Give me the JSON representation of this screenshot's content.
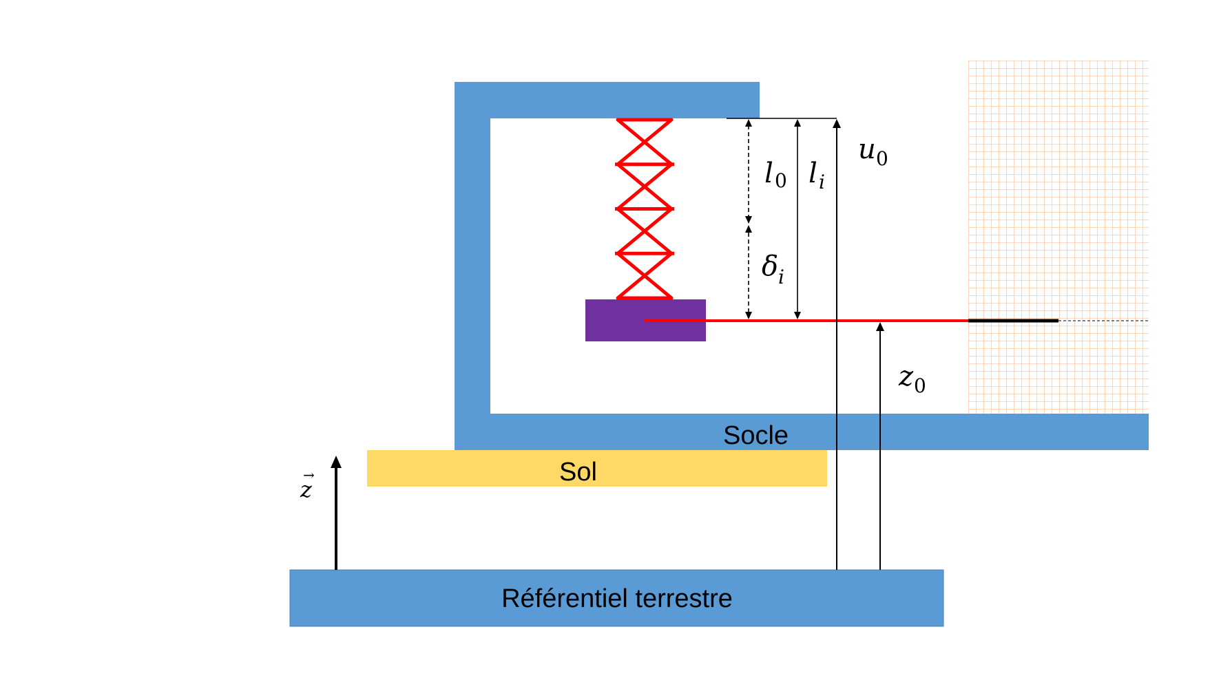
{
  "colors": {
    "structure_blue": "#5b9bd5",
    "ground_yellow": "#ffd966",
    "mass_purple": "#7030a0",
    "spring_red": "#ff0000",
    "grid_peach": "#f8cbad",
    "line_black": "#000000"
  },
  "labels": {
    "socle": "Socle",
    "sol": "Sol",
    "referentiel": "Référentiel terrestre",
    "z_axis": {
      "base": "z",
      "accent": "→"
    },
    "l0": {
      "base": "l",
      "sub": "0"
    },
    "li": {
      "base": "l",
      "sub": "i"
    },
    "u0": {
      "base": "u",
      "sub": "0"
    },
    "delta_i": {
      "base": "δ",
      "sub": "i"
    },
    "z0": {
      "base": "z",
      "sub": "0"
    }
  },
  "components": {
    "spring": {
      "name": "spring",
      "segments": 4
    },
    "mass": {
      "name": "mass"
    },
    "frame": {
      "name": "socle-frame"
    },
    "recording_paper": {
      "name": "graph-paper"
    }
  }
}
